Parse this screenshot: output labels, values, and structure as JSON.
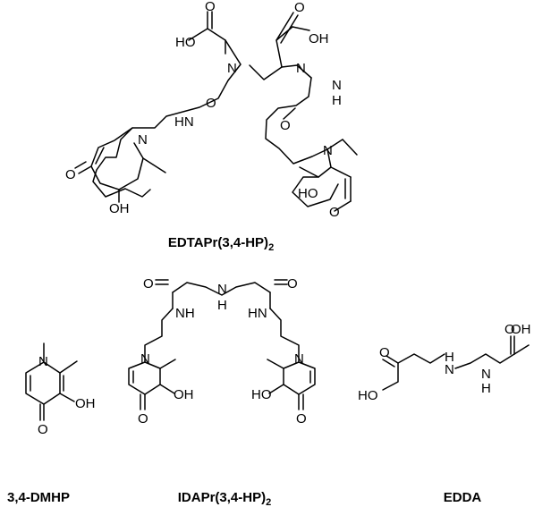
{
  "labels": {
    "ho": "HO",
    "oh": "OH",
    "o": "O",
    "n": "N",
    "h": "H",
    "hn": "HN",
    "nh": "NH"
  },
  "captions": {
    "edtapr": "EDTAPr(3,4-HP)",
    "edtapr_sub": "2",
    "dmhp": "3,4-DMHP",
    "idapr": "IDAPr(3,4-HP)",
    "idapr_sub": "2",
    "edda": "EDDA"
  }
}
